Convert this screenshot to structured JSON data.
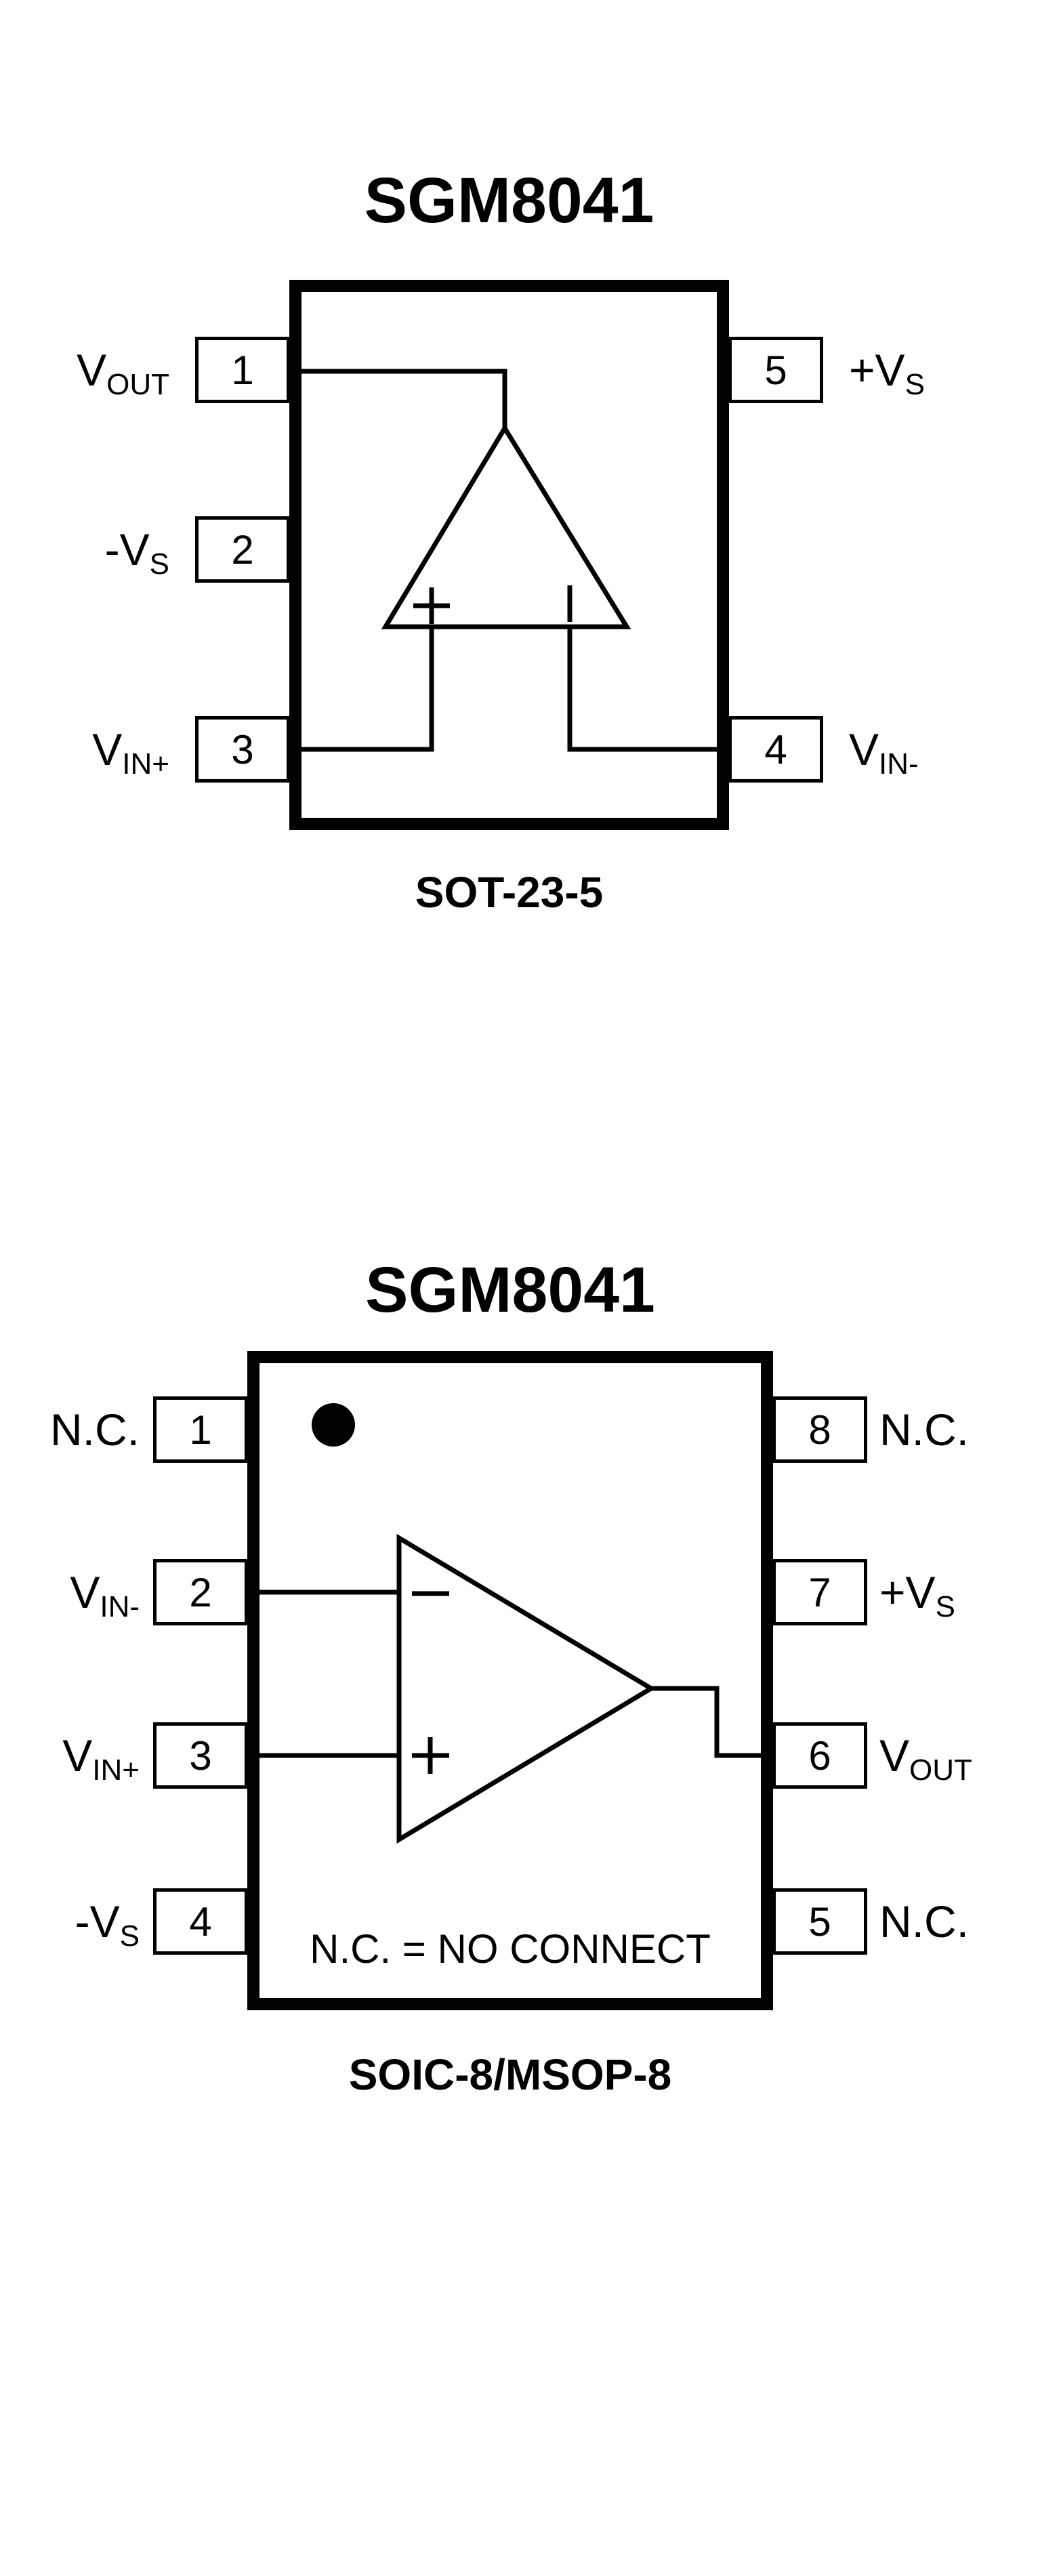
{
  "page": {
    "background_color": "#ffffff",
    "line_color": "#000000"
  },
  "sot23": {
    "title": "SGM8041",
    "package_label": "SOT-23-5",
    "left_pins": [
      {
        "number": "1",
        "label": {
          "pre": "",
          "base": "V",
          "sub": "OUT"
        }
      },
      {
        "number": "2",
        "label": {
          "pre": "-",
          "base": "V",
          "sub": "S"
        }
      },
      {
        "number": "3",
        "label": {
          "pre": "",
          "base": "V",
          "sub": "IN+"
        }
      }
    ],
    "right_pins": [
      {
        "number": "5",
        "label": {
          "pre": "+",
          "base": "V",
          "sub": "S"
        }
      },
      {
        "number": "4",
        "label": {
          "pre": "",
          "base": "V",
          "sub": "IN-"
        }
      }
    ]
  },
  "soic8": {
    "title": "SGM8041",
    "package_label": "SOIC-8/MSOP-8",
    "note": "N.C. = NO CONNECT",
    "left_pins": [
      {
        "number": "1",
        "label": {
          "pre": "",
          "base": "N.C.",
          "sub": ""
        }
      },
      {
        "number": "2",
        "label": {
          "pre": "",
          "base": "V",
          "sub": "IN-"
        }
      },
      {
        "number": "3",
        "label": {
          "pre": "",
          "base": "V",
          "sub": "IN+"
        }
      },
      {
        "number": "4",
        "label": {
          "pre": "-",
          "base": "V",
          "sub": "S"
        }
      }
    ],
    "right_pins": [
      {
        "number": "8",
        "label": {
          "pre": "",
          "base": "N.C.",
          "sub": ""
        }
      },
      {
        "number": "7",
        "label": {
          "pre": "+",
          "base": "V",
          "sub": "S"
        }
      },
      {
        "number": "6",
        "label": {
          "pre": "",
          "base": "V",
          "sub": "OUT"
        }
      },
      {
        "number": "5",
        "label": {
          "pre": "",
          "base": "N.C.",
          "sub": ""
        }
      }
    ]
  }
}
